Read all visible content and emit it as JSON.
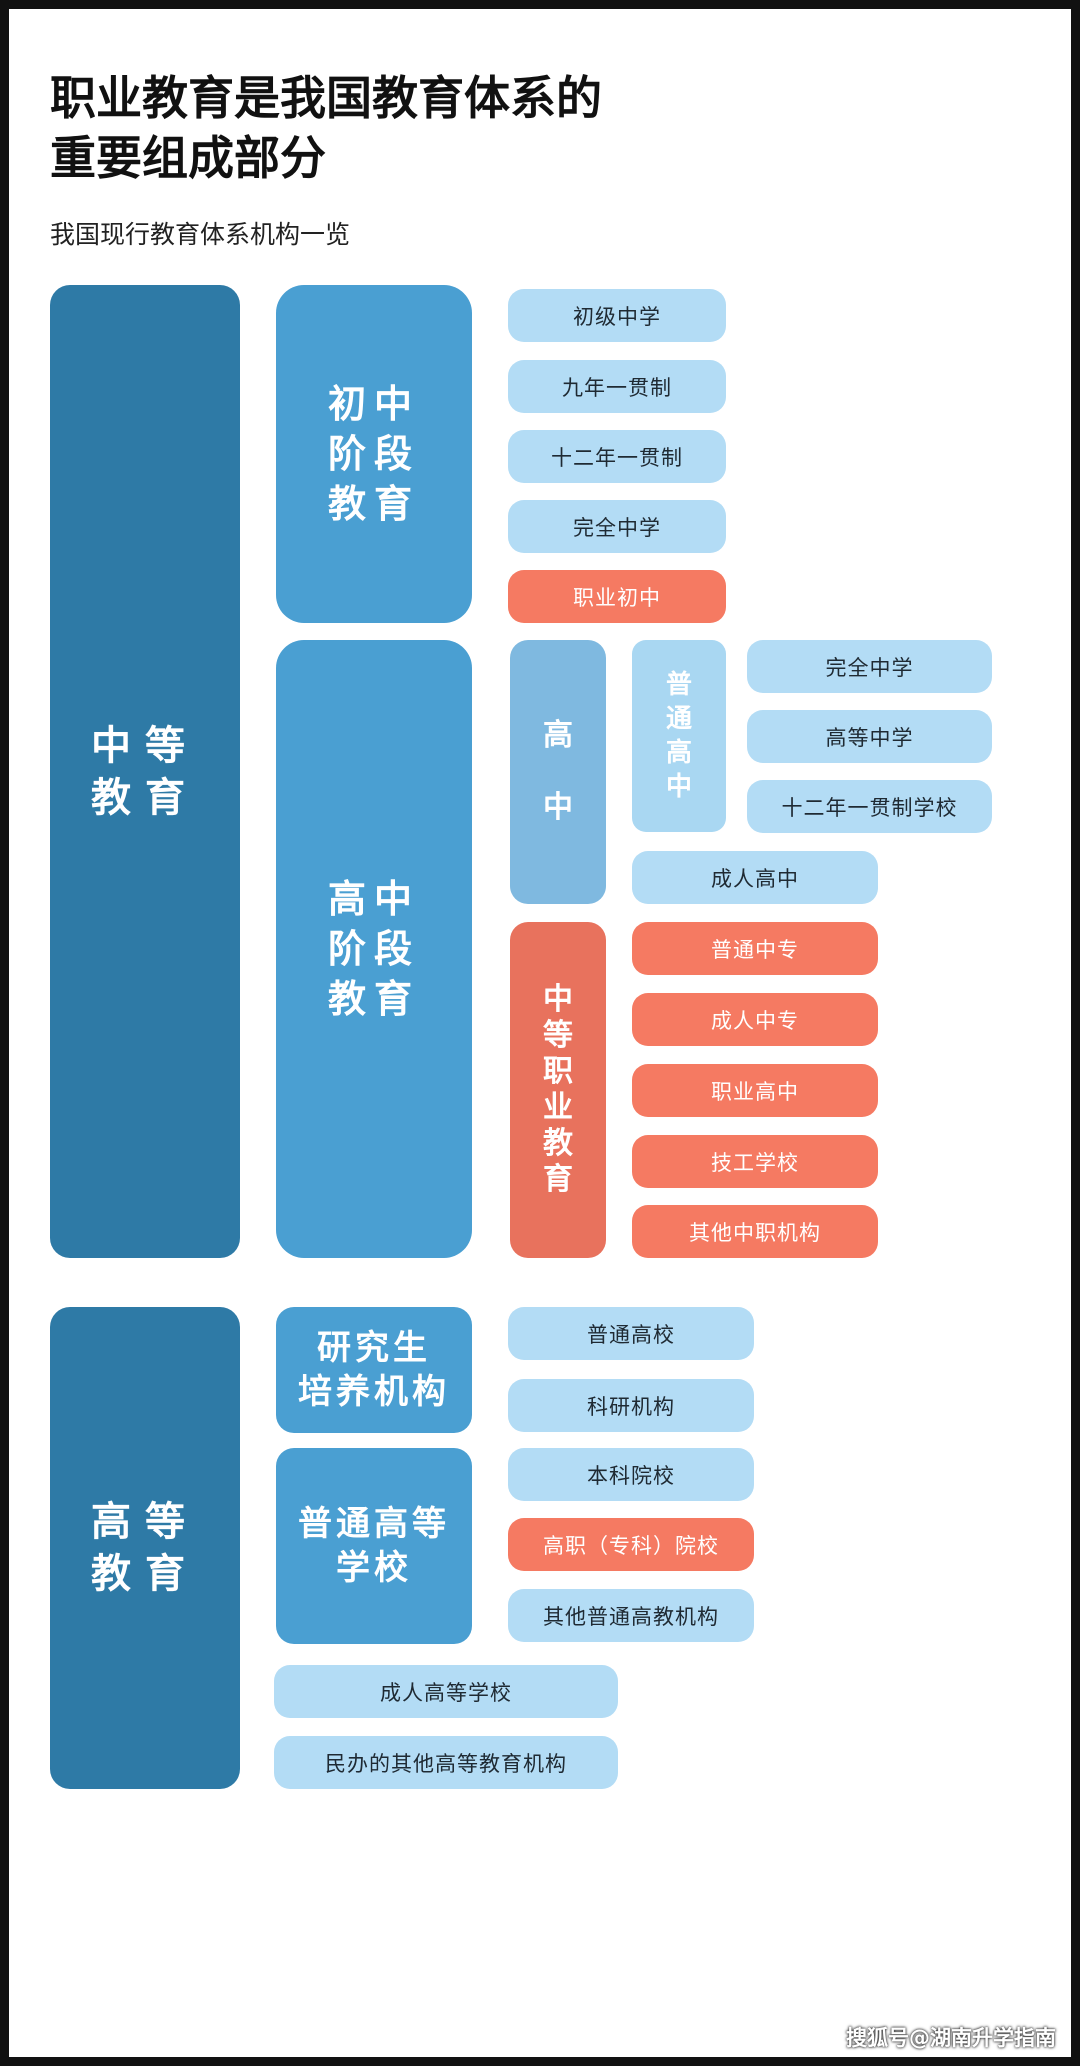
{
  "title_line1": "职业教育是我国教育体系的",
  "title_line2": "重要组成部分",
  "subtitle": "我国现行教育体系机构一览",
  "secondary": {
    "label": "中等\n教育",
    "junior": {
      "label": "初中\n阶段\n教育",
      "items": [
        "初级中学",
        "九年一贯制",
        "十二年一贯制",
        "完全中学",
        "职业初中"
      ]
    },
    "senior": {
      "label": "高中\n阶段\n教育",
      "high_school": {
        "label": "高\n\n中",
        "general": {
          "label": "普\n通\n高\n中",
          "items": [
            "完全中学",
            "高等中学",
            "十二年一贯制学校"
          ]
        },
        "adult": "成人高中"
      },
      "vocational": {
        "label": "中\n等\n职\n业\n教\n育",
        "items": [
          "普通中专",
          "成人中专",
          "职业高中",
          "技工学校",
          "其他中职机构"
        ]
      }
    }
  },
  "higher": {
    "label": "高等\n教育",
    "graduate": {
      "label": "研究生\n培养机构",
      "items": [
        "普通高校",
        "科研机构"
      ]
    },
    "regular": {
      "label": "普通高等\n学校",
      "items": [
        "本科院校",
        "高职（专科）院校",
        "其他普通高教机构"
      ]
    },
    "other_items": [
      "成人高等学校",
      "民办的其他高等教育机构"
    ]
  },
  "watermark": "搜狐号@湖南升学指南",
  "colors": {
    "dark_blue": "#2e7aa6",
    "mid_blue": "#4a9fd2",
    "light_blue": "#7fb9e0",
    "pale_blue": "#b3dcf5",
    "salmon": "#f57a62",
    "red": "#e8725d"
  }
}
